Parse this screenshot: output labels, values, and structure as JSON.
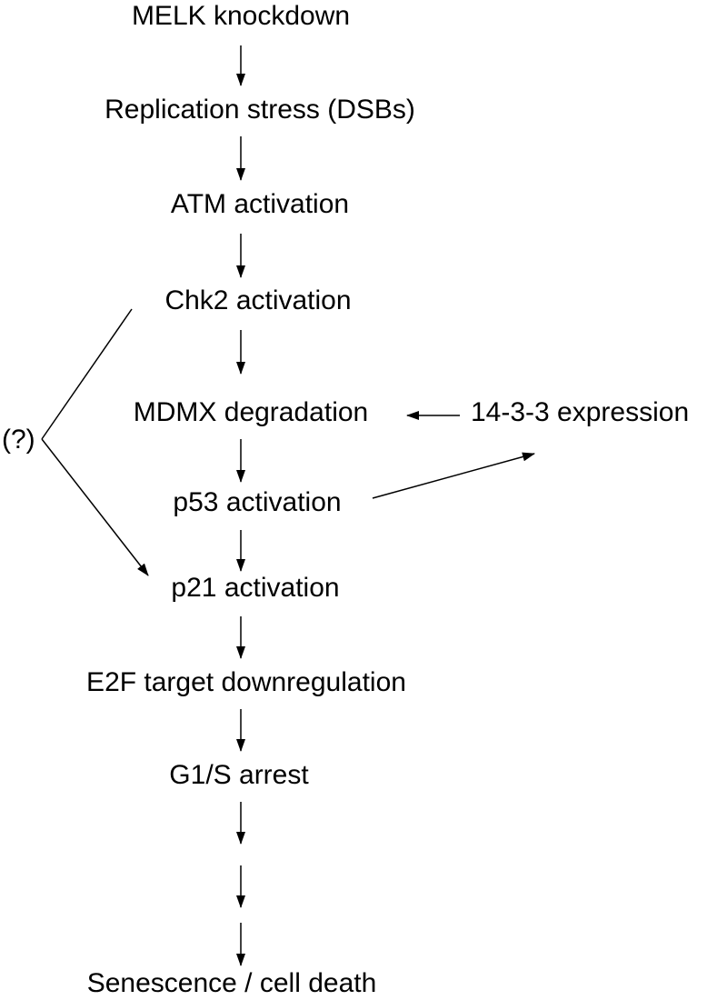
{
  "diagram": {
    "nodes": {
      "melk": "MELK knockdown",
      "replication": "Replication stress (DSBs)",
      "atm": "ATM activation",
      "chk2": "Chk2 activation",
      "mdmx": "MDMX degradation",
      "exp1433": "14-3-3  expression",
      "p53": "p53 activation",
      "p21": "p21 activation",
      "unknown": "(?)",
      "e2f": "E2F target  downregulation",
      "g1s": "G1/S arrest",
      "senescence": "Senescence / cell death"
    },
    "colors": {
      "ink": "#000000",
      "background": "#ffffff"
    }
  }
}
